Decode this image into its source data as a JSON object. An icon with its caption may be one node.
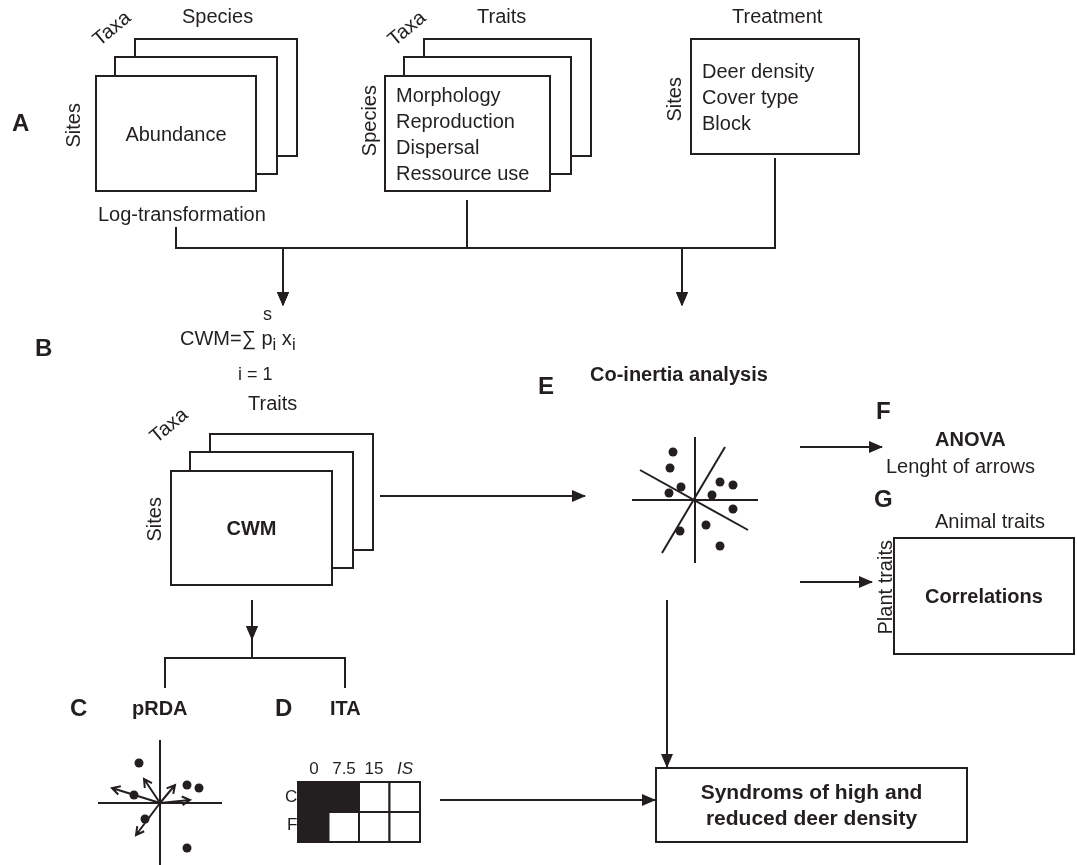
{
  "diagram": {
    "nodes": [
      {
        "text": [
          "Abundance"
        ],
        "beside": [
          "Species",
          "Taxa",
          "Sites",
          "Log-transformation"
        ]
      },
      {
        "text": [
          "Morphology",
          "Reproduction",
          "Dispersal",
          "Ressource use"
        ],
        "beside": [
          "Traits",
          "Taxa",
          "Species"
        ]
      },
      {
        "text": [
          "Deer density",
          "Cover type",
          "Block"
        ],
        "beside": [
          "Treatment",
          "Sites"
        ]
      },
      {
        "text": [
          "s",
          "CWM=∑ p$_{i}$ x$_{i}$",
          "i = 1"
        ]
      },
      {
        "text": [
          "CWM"
        ],
        "beside": [
          "Traits",
          "Taxa",
          "Sites"
        ]
      },
      {
        "text": [
          "pRDA"
        ]
      },
      {
        "text": [
          "ITA"
        ]
      },
      {
        "text": [
          "Co-inertia analysis"
        ]
      },
      {
        "text": [
          "ANOVA",
          "Lenght of arrows"
        ]
      },
      {
        "text": [
          "Correlations"
        ],
        "beside": [
          "Animal traits",
          "Plant traits"
        ]
      },
      {
        "text": [
          "Syndroms of high and reduced deer density"
        ]
      }
    ],
    "edges": [
      {
        "from": 0,
        "to": 3,
        "arrow": "to"
      },
      {
        "from": 1,
        "to": 3,
        "arrow": "to"
      },
      {
        "from": 2,
        "to": 3,
        "arrow": "to"
      },
      {
        "from": 0,
        "to": 7,
        "arrow": "to"
      },
      {
        "from": 1,
        "to": 7,
        "arrow": "to"
      },
      {
        "from": 2,
        "to": 7,
        "arrow": "to"
      },
      {
        "from": 4,
        "to": 5,
        "arrow": "to"
      },
      {
        "from": 4,
        "to": 6,
        "arrow": "to"
      },
      {
        "from": 4,
        "to": 7,
        "arrow": "to"
      },
      {
        "from": 7,
        "to": 8,
        "arrow": "to"
      },
      {
        "from": 7,
        "to": 9,
        "arrow": "to"
      },
      {
        "from": 7,
        "to": 10,
        "arrow": "to"
      },
      {
        "from": 6,
        "to": 10,
        "arrow": "to"
      }
    ],
    "labels": [
      "A",
      "B",
      "C",
      "D",
      "E",
      "F",
      "G",
      "0",
      "7.5",
      "15",
      "*IS*",
      "C",
      "F"
    ]
  }
}
